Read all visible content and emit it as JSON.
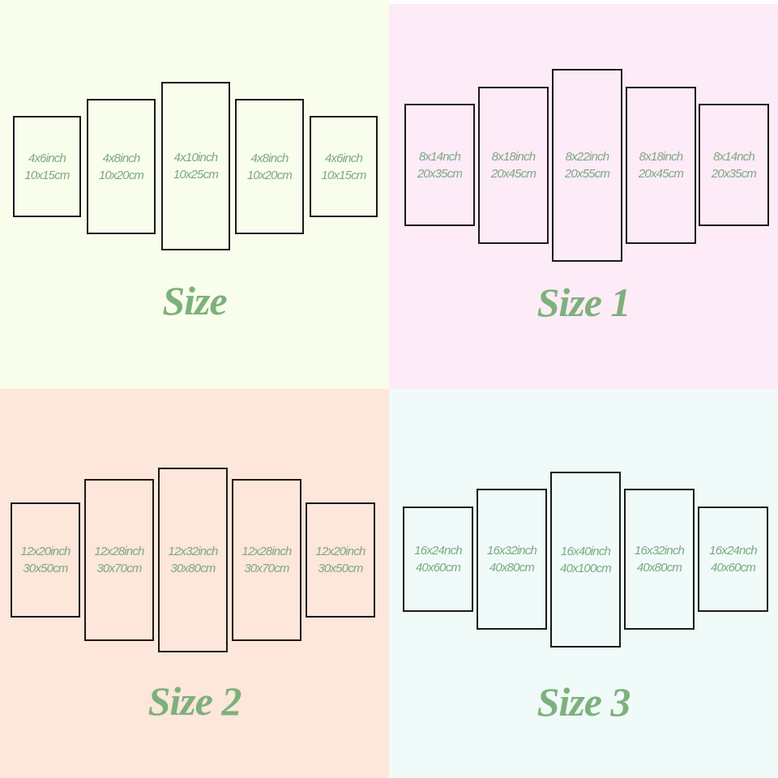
{
  "variants": [
    {
      "title": "Size",
      "background": "#f8feeb",
      "panels": [
        {
          "inch": "4x6inch",
          "cm": "10x15cm"
        },
        {
          "inch": "4x8inch",
          "cm": "10x20cm"
        },
        {
          "inch": "4x10inch",
          "cm": "10x25cm"
        },
        {
          "inch": "4x8inch",
          "cm": "10x20cm"
        },
        {
          "inch": "4x6inch",
          "cm": "10x15cm"
        }
      ]
    },
    {
      "title": "Size 1",
      "background": "#fdebf7",
      "panels": [
        {
          "inch": "8x14nch",
          "cm": "20x35cm"
        },
        {
          "inch": "8x18inch",
          "cm": "20x45cm"
        },
        {
          "inch": "8x22inch",
          "cm": "20x55cm"
        },
        {
          "inch": "8x18inch",
          "cm": "20x45cm"
        },
        {
          "inch": "8x14nch",
          "cm": "20x35cm"
        }
      ]
    },
    {
      "title": "Size 2",
      "background": "#fde6da",
      "panels": [
        {
          "inch": "12x20inch",
          "cm": "30x50cm"
        },
        {
          "inch": "12x28inch",
          "cm": "30x70cm"
        },
        {
          "inch": "12x32inch",
          "cm": "30x80cm"
        },
        {
          "inch": "12x28inch",
          "cm": "30x70cm"
        },
        {
          "inch": "12x20inch",
          "cm": "30x50cm"
        }
      ]
    },
    {
      "title": "Size 3",
      "background": "#effaf9",
      "panels": [
        {
          "inch": "16x24nch",
          "cm": "40x60cm"
        },
        {
          "inch": "16x32inch",
          "cm": "40x80cm"
        },
        {
          "inch": "16x40inch",
          "cm": "40x100cm"
        },
        {
          "inch": "16x32inch",
          "cm": "40x80cm"
        },
        {
          "inch": "16x24nch",
          "cm": "40x60cm"
        }
      ]
    }
  ],
  "colors": {
    "label_text": "#7ea883",
    "title_text": "#7eb07c",
    "panel_border": "#1a1a1a"
  }
}
